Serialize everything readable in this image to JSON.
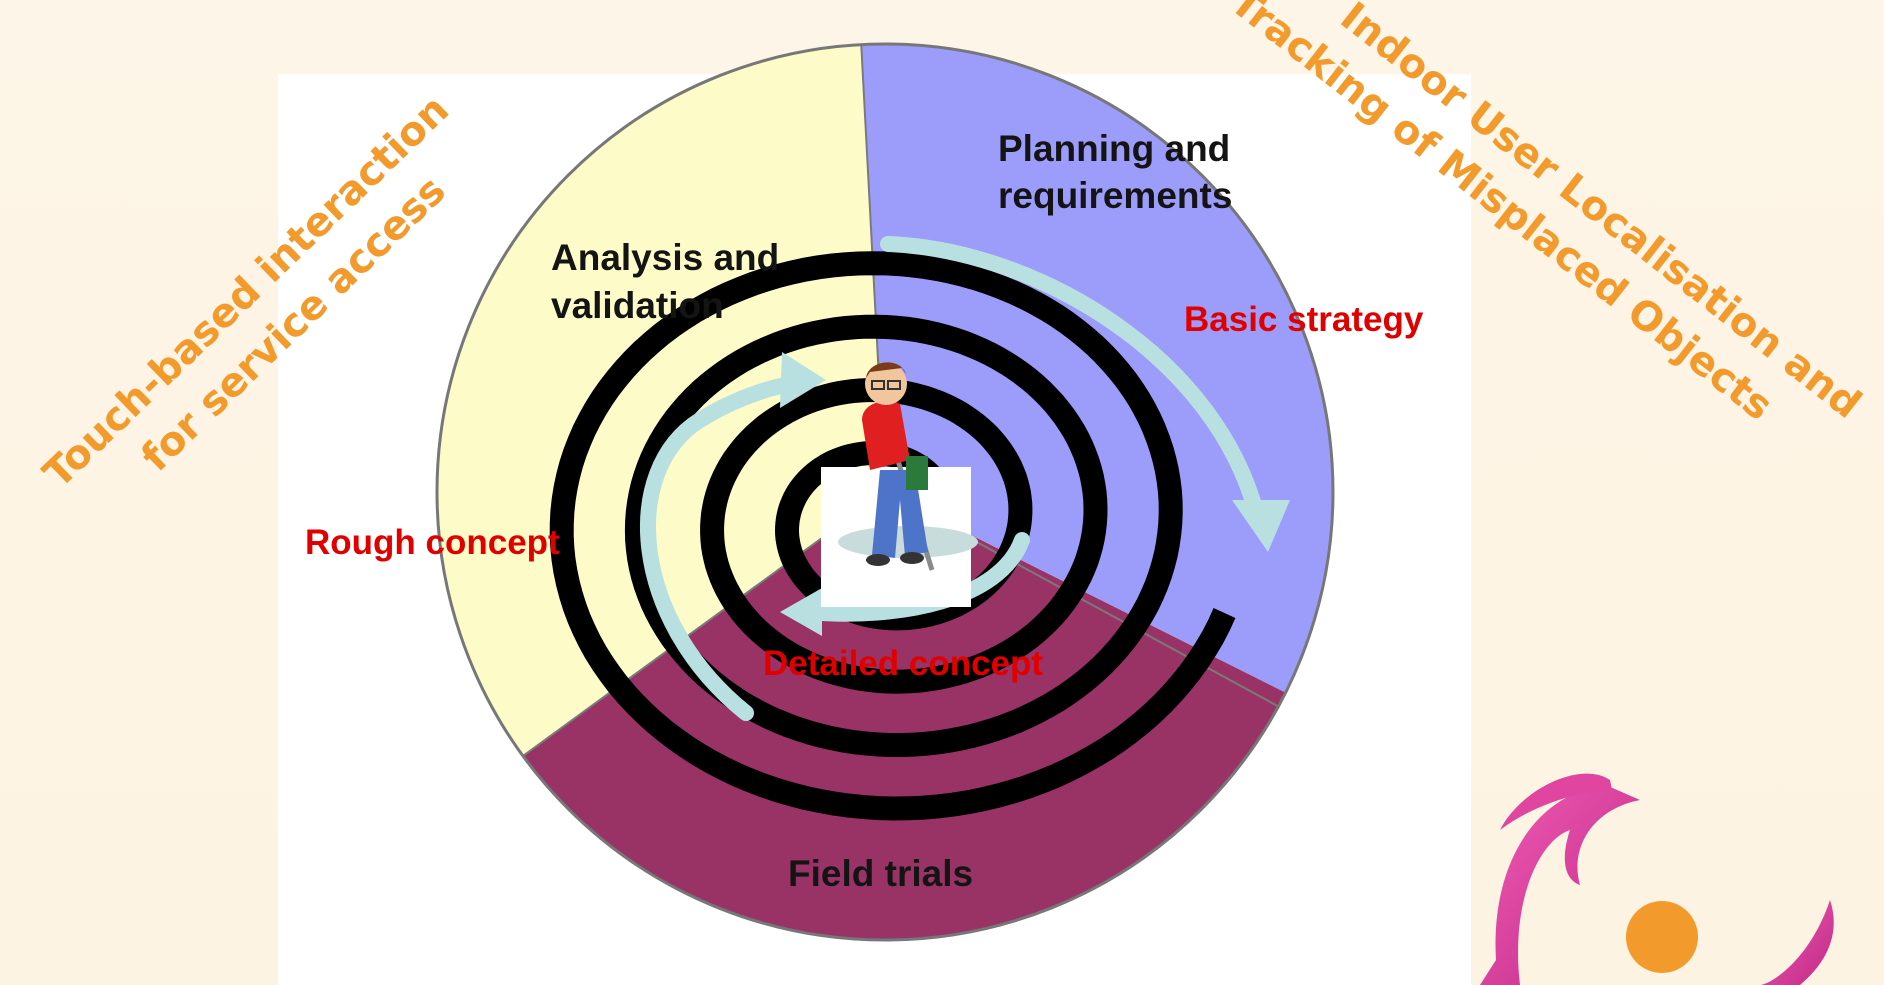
{
  "diagram": {
    "sectors": {
      "planning": "Planning and requirements",
      "analysis": "Analysis and validation",
      "field": "Field trials"
    },
    "sector_lines": {
      "planning": [
        "Planning and",
        "requirements"
      ],
      "analysis": [
        "Analysis and",
        "validation"
      ],
      "field": [
        "Field trials"
      ]
    },
    "phases": {
      "basic": "Basic strategy",
      "rough": "Rough concept",
      "detailed": "Detailed concept"
    }
  },
  "overlays": {
    "left_title_lines": [
      "Touch-based interaction",
      "for service access"
    ],
    "right_title_lines": [
      "Indoor User Localisation and",
      "Tracking of Misplaced Objects"
    ]
  },
  "colors": {
    "background": "#fdf4e4",
    "planning_sector": "#9c9cfb",
    "analysis_sector": "#fdfbc8",
    "field_sector": "#993366",
    "spiral": "#000000",
    "arrows": "#b8e0e0",
    "phase_label": "#e00000",
    "overlay_title": "#f39a2c",
    "logo_magenta": "#e0459f",
    "logo_orange": "#f39a2c"
  },
  "icons": [
    "blind-person-with-cane-icon",
    "app-logo-icon"
  ]
}
